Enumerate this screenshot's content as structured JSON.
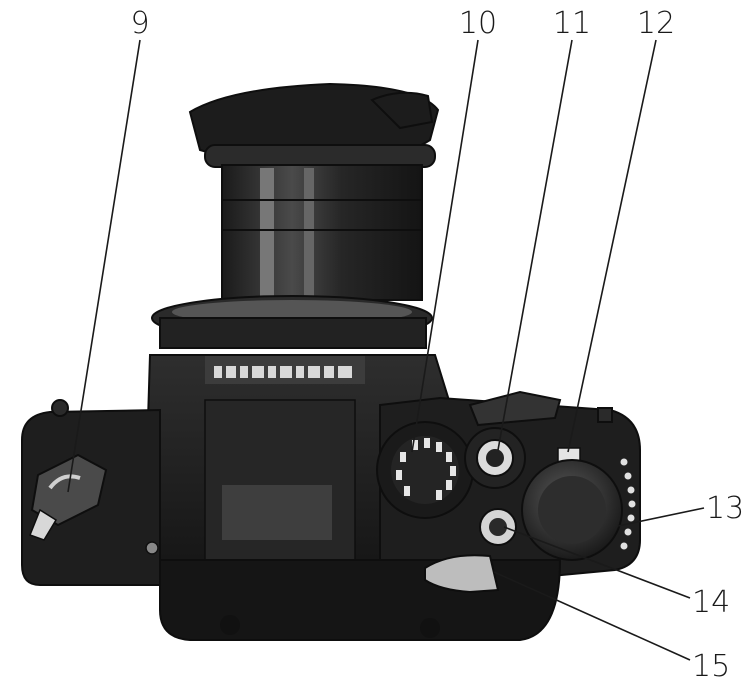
{
  "callouts": [
    {
      "id": "9",
      "label": "9"
    },
    {
      "id": "10",
      "label": "10"
    },
    {
      "id": "11",
      "label": "11"
    },
    {
      "id": "12",
      "label": "12"
    },
    {
      "id": "13",
      "label": "13"
    },
    {
      "id": "14",
      "label": "14"
    },
    {
      "id": "15",
      "label": "15"
    }
  ],
  "colors": {
    "ink": "#1a1a1a",
    "paper": "#ffffff",
    "body": "#1c1c1c"
  }
}
